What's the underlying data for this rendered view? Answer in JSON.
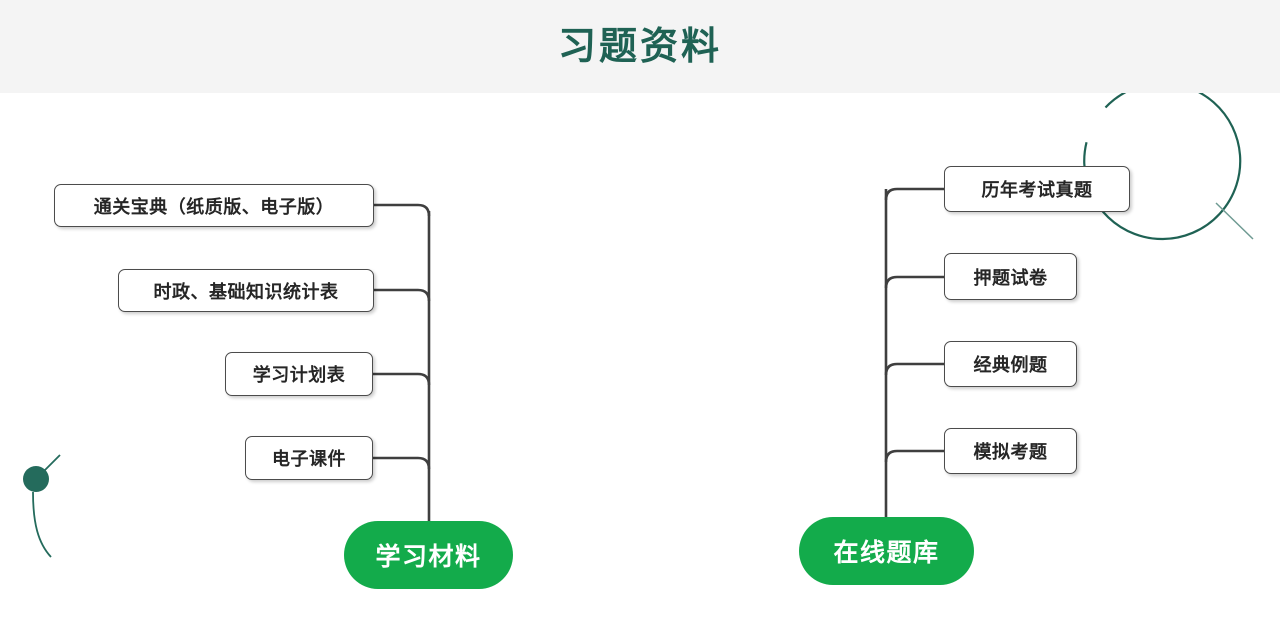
{
  "header": {
    "title": "习题资料",
    "background": "#f4f4f4",
    "title_color": "#1f6254"
  },
  "colors": {
    "root_green": "#13ab4b",
    "node_border": "#4c4c4c",
    "node_text": "#262626",
    "edge": "#3f3f3f",
    "decor_teal": "#1f6254"
  },
  "mindmap": {
    "type": "mindmap",
    "branches": [
      {
        "root": "学习材料",
        "root_position": "bottom-left",
        "children": [
          "通关宝典（纸质版、电子版）",
          "时政、基础知识统计表",
          "学习计划表",
          "电子课件"
        ]
      },
      {
        "root": "在线题库",
        "root_position": "bottom-right",
        "children": [
          "历年考试真题",
          "押题试卷",
          "经典例题",
          "模拟考题"
        ]
      }
    ]
  },
  "decorations": [
    {
      "name": "magnifier-outline-decoration",
      "shape": "circle-with-handle",
      "position": "top-right"
    },
    {
      "name": "dot-curve-decoration",
      "shape": "filled-dot-with-curve",
      "position": "left-middle"
    }
  ]
}
